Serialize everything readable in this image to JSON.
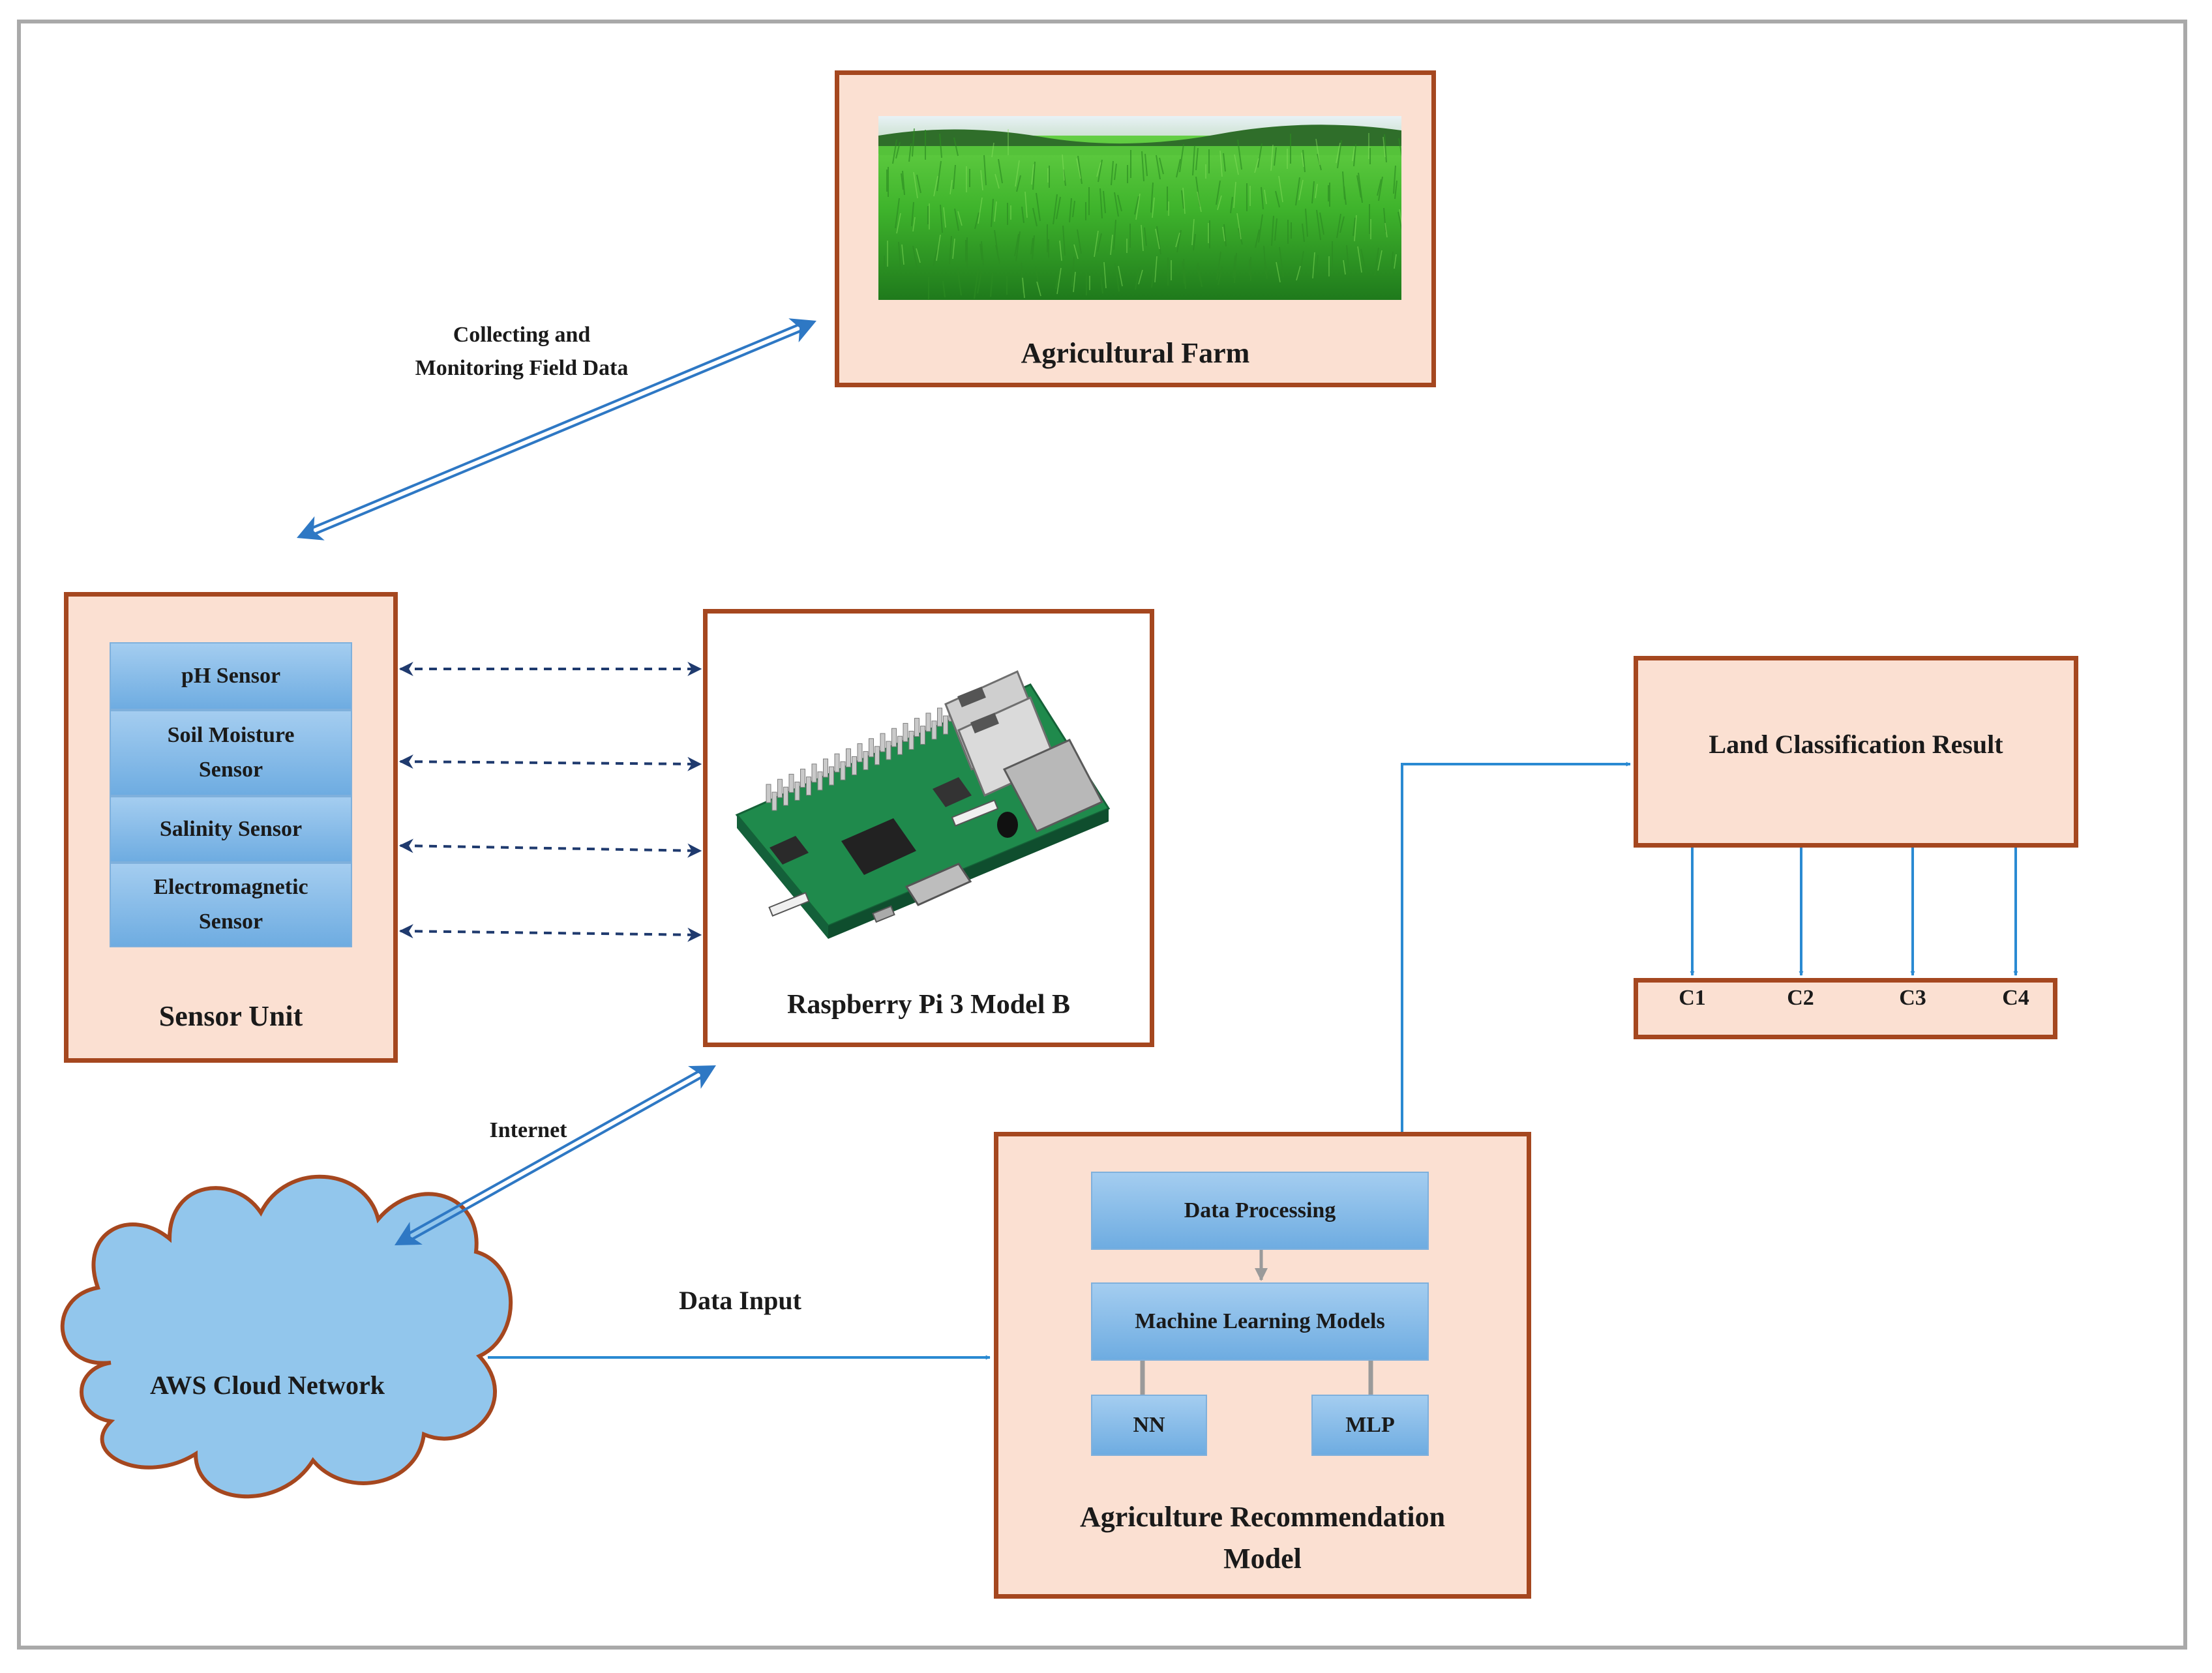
{
  "farm": {
    "caption": "Agricultural Farm"
  },
  "link_farm": {
    "label_line1": "Collecting and",
    "label_line2": "Monitoring Field Data"
  },
  "sensor_unit": {
    "caption": "Sensor Unit",
    "sensors": [
      {
        "line1": "pH Sensor",
        "line2": ""
      },
      {
        "line1": "Soil Moisture",
        "line2": "Sensor"
      },
      {
        "line1": "Salinity Sensor",
        "line2": ""
      },
      {
        "line1": "Electromagnetic",
        "line2": "Sensor"
      }
    ]
  },
  "raspberry": {
    "caption": "Raspberry Pi 3 Model B"
  },
  "link_internet": {
    "label": "Internet"
  },
  "cloud": {
    "label": "AWS Cloud Network"
  },
  "link_data": {
    "label": "Data Input"
  },
  "model": {
    "caption_line1": "Agriculture Recommendation",
    "caption_line2": "Model",
    "data_processing": "Data Processing",
    "ml_models": "Machine Learning Models",
    "nn": "NN",
    "mlp": "MLP"
  },
  "result": {
    "caption": "Land Classification Result"
  },
  "classes": [
    "C1",
    "C2",
    "C3",
    "C4"
  ],
  "colors": {
    "box_fill": "#fbe0d2",
    "box_border": "#a5471f",
    "sensor_fill": "#8cc0ea",
    "cloud_fill": "#92c6ec",
    "cloud_stroke": "#a5471f",
    "arrow_blue": "#2e78c4",
    "line_blue": "#2a8ad2",
    "dash_navy": "#1f3a6e"
  }
}
